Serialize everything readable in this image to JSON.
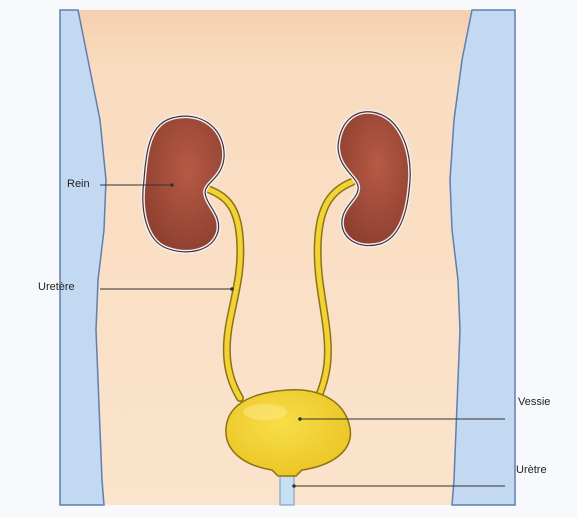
{
  "labels": {
    "kidney": "Rein",
    "ureter": "Uretère",
    "bladder": "Vessie",
    "urethra": "Urètre"
  },
  "colors": {
    "background": "#f7f9fc",
    "skin": "#f9dcc0",
    "arm": "#c3d9f2",
    "arm_outline": "#5e7fb0",
    "kidney": "#a04a38",
    "kidney_outline": "#5a2a1e",
    "urinary": "#f2d235",
    "urinary_outline": "#8a7414",
    "urethra_tube": "#c6dff3",
    "leader_line": "#333333"
  }
}
